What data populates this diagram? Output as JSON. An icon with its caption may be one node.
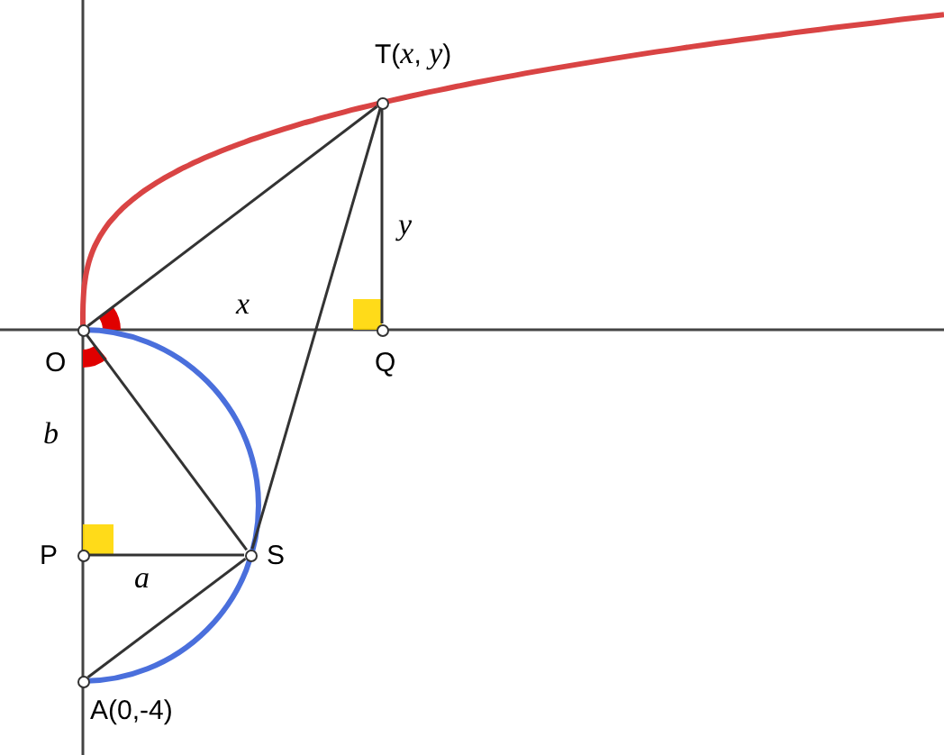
{
  "diagram": {
    "nodes": [
      {
        "text": [
          "O"
        ]
      },
      {
        "text": [
          "T(*x*, *y*)"
        ]
      },
      {
        "text": [
          "Q"
        ]
      },
      {
        "text": [
          "P"
        ]
      },
      {
        "text": [
          "S"
        ]
      },
      {
        "text": [
          "A(0,-4)"
        ]
      }
    ],
    "edges": [
      {
        "from": 0,
        "to": 1,
        "arrow": "none"
      },
      {
        "from": 1,
        "to": 2,
        "arrow": "none",
        "label": "*y*"
      },
      {
        "from": 1,
        "to": 4,
        "arrow": "none"
      },
      {
        "from": 0,
        "to": 4,
        "arrow": "none"
      },
      {
        "from": 3,
        "to": 4,
        "arrow": "none",
        "label": "*a*"
      },
      {
        "from": 5,
        "to": 4,
        "arrow": "none"
      }
    ],
    "labels": [
      "*x*",
      "*b*"
    ]
  }
}
